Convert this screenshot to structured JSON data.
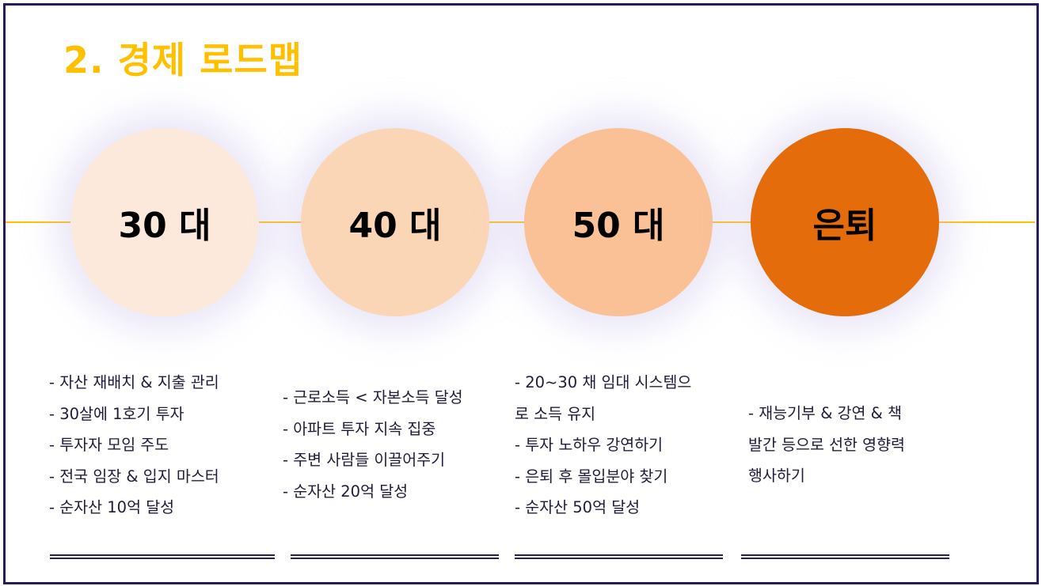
{
  "title": "2. 경제 로드맵",
  "colors": {
    "accent": "#ffc000",
    "frame": "#2a1a5e",
    "stage1": "#fce9dc",
    "stage2": "#fbd6b6",
    "stage3": "#f9c195",
    "stage4": "#e46c0a"
  },
  "stages": [
    {
      "label": "30 대",
      "items": [
        "- 자산 재배치 & 지출 관리",
        "- 30살에 1호기 투자",
        "- 투자자 모임 주도",
        "- 전국 임장 & 입지 마스터",
        "- 순자산 10억 달성"
      ]
    },
    {
      "label": "40 대",
      "items": [
        "- 근로소득 < 자본소득 달성",
        "- 아파트 투자 지속 집중",
        "- 주변 사람들 이끌어주기",
        "- 순자산 20억 달성"
      ]
    },
    {
      "label": "50 대",
      "items": [
        "- 20~30 채 임대 시스템으",
        "로 소득 유지",
        "- 투자 노하우 강연하기",
        "- 은퇴 후 몰입분야 찾기",
        "- 순자산 50억 달성"
      ]
    },
    {
      "label": "은퇴",
      "items": [
        "- 재능기부 & 강연 & 책",
        "발간 등으로 선한 영향력",
        "행사하기"
      ]
    }
  ]
}
